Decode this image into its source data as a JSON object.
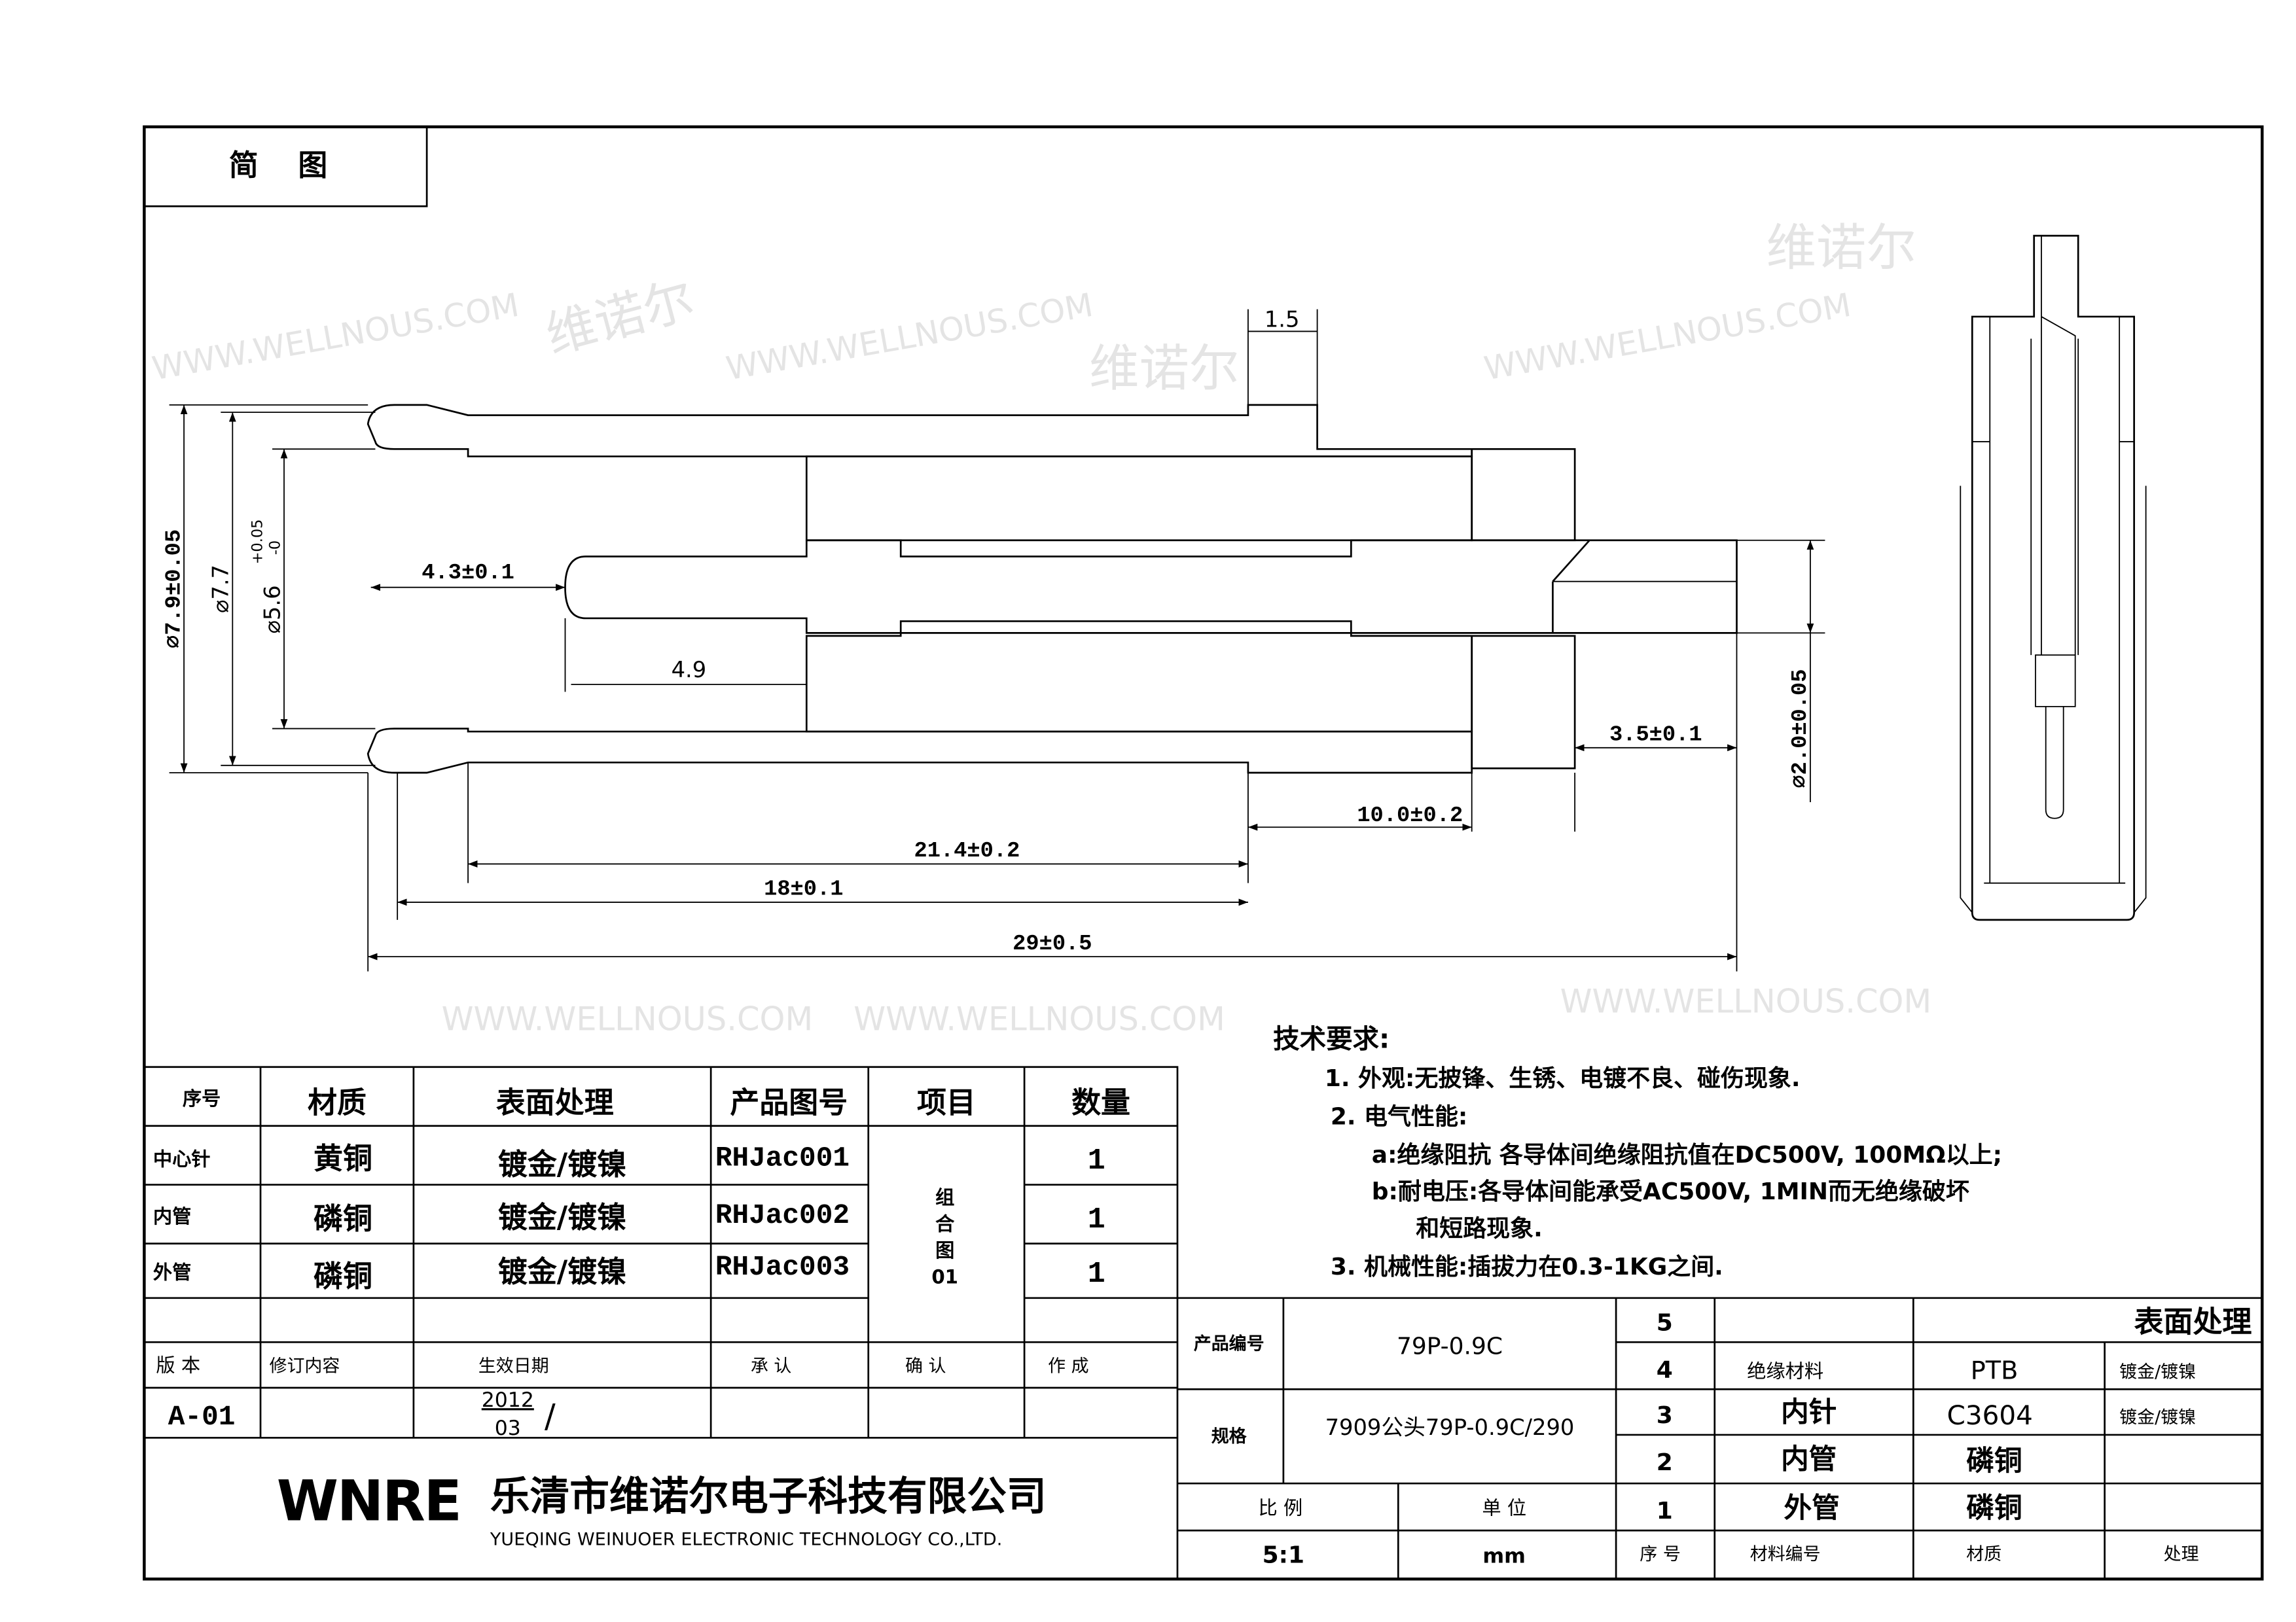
{
  "header": {
    "title": "简 图"
  },
  "watermark": {
    "cn": "维诺尔",
    "en": "WWW.WELLNOUS.COM"
  },
  "dimensions": {
    "flange_width": "1.5",
    "pin_offset": "4.3±0.1",
    "inner_length": "4.9",
    "outer_dia": "⌀7.9±0.05",
    "dia_77": "⌀7.7",
    "inner_dia": "⌀5.6",
    "inner_dia_tol_plus": "+0.05",
    "inner_dia_tol_minus": "-0",
    "tail_length": "3.5±0.1",
    "pin_dia": "⌀2.0±0.05",
    "body_length": "10.0±0.2",
    "tube_length": "21.4±0.2",
    "sleeve_length": "18±0.1",
    "total_length": "29±0.5"
  },
  "tech": {
    "title": "技术要求:",
    "lines": [
      "1. 外观:无披锋、生锈、电镀不良、碰伤现象.",
      "2. 电气性能:",
      "a:绝缘阻抗 各导体间绝缘阻抗值在DC500V, 100MΩ以上;",
      "b:耐电压:各导体间能承受AC500V, 1MIN而无绝缘破坏",
      "和短路现象.",
      "3. 机械性能:插拔力在0.3-1KG之间."
    ]
  },
  "bom": {
    "headers": [
      "序号",
      "材质",
      "表面处理",
      "产品图号",
      "项目",
      "数量"
    ],
    "rows": [
      {
        "no": "中心针",
        "material": "黄铜",
        "surface": "镀金/镀镍",
        "drawing": "RHJac001",
        "qty": "1"
      },
      {
        "no": "内管",
        "material": "磷铜",
        "surface": "镀金/镀镍",
        "drawing": "RHJac002",
        "qty": "1"
      },
      {
        "no": "外管",
        "material": "磷铜",
        "surface": "镀金/镀镍",
        "drawing": "RHJac003",
        "qty": "1"
      }
    ],
    "item": [
      "组",
      "合",
      "图",
      "01"
    ]
  },
  "revision": {
    "headers": [
      "版 本",
      "修订内容",
      "生效日期",
      "承 认",
      "确 认",
      "作 成"
    ],
    "version": "A-01",
    "date_year": "2012",
    "date_month": "03",
    "date_sep": "/"
  },
  "company": {
    "logo": "WNRE",
    "name_cn": "乐清市维诺尔电子科技有限公司",
    "name_en": "YUEQING WEINUOER ELECTRONIC TECHNOLOGY CO.,LTD."
  },
  "titleblock": {
    "product_no_label": "产品编号",
    "product_no": "79P-0.9C",
    "spec_label": "规格",
    "spec": "7909公头79P-0.9C/290",
    "scale_label": "比 例",
    "scale": "5:1",
    "unit_label": "单 位",
    "unit": "mm",
    "surface_header": "表面处理",
    "parts": [
      {
        "no": "5",
        "name": "",
        "material": "",
        "surface": ""
      },
      {
        "no": "4",
        "name": "绝缘材料",
        "material": "PTB",
        "surface": "镀金/镀镍"
      },
      {
        "no": "3",
        "name": "内针",
        "material": "C3604",
        "surface": "镀金/镀镍"
      },
      {
        "no": "2",
        "name": "内管",
        "material": "磷铜",
        "surface": ""
      },
      {
        "no": "1",
        "name": "外管",
        "material": "磷铜",
        "surface": ""
      }
    ],
    "footer": [
      "序 号",
      "材料编号",
      "材质",
      "处理"
    ]
  }
}
